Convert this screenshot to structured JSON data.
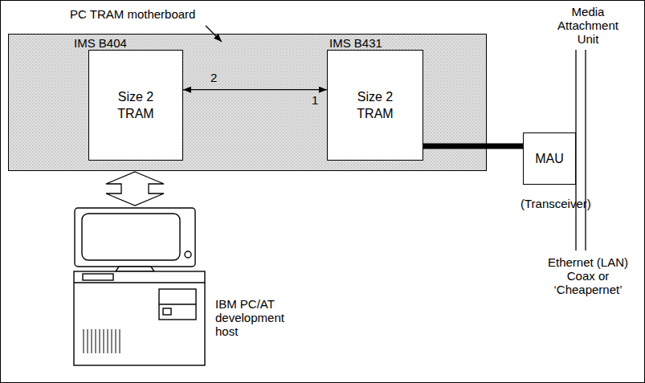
{
  "diagram": {
    "nodes": [
      {
        "text": [
          "PC TRAM motherboard"
        ]
      },
      {
        "text": [
          "IMS B404",
          "Size 2 TRAM"
        ],
        "in": 0
      },
      {
        "text": [
          "IMS B431",
          "Size 2 TRAM"
        ],
        "in": 0
      },
      {
        "text": [
          "MAU"
        ]
      }
    ],
    "edges": [
      {
        "from": 1,
        "to": 2,
        "arrow": "both"
      },
      {
        "from": 2,
        "to": 3,
        "arrow": "none"
      }
    ],
    "labels": [
      "Media Attachment Unit",
      "2",
      "1",
      "(Transceiver)",
      "IBM PC/AT development host",
      "Ethernet (LAN) Coax or ‘Cheapernet’"
    ]
  }
}
